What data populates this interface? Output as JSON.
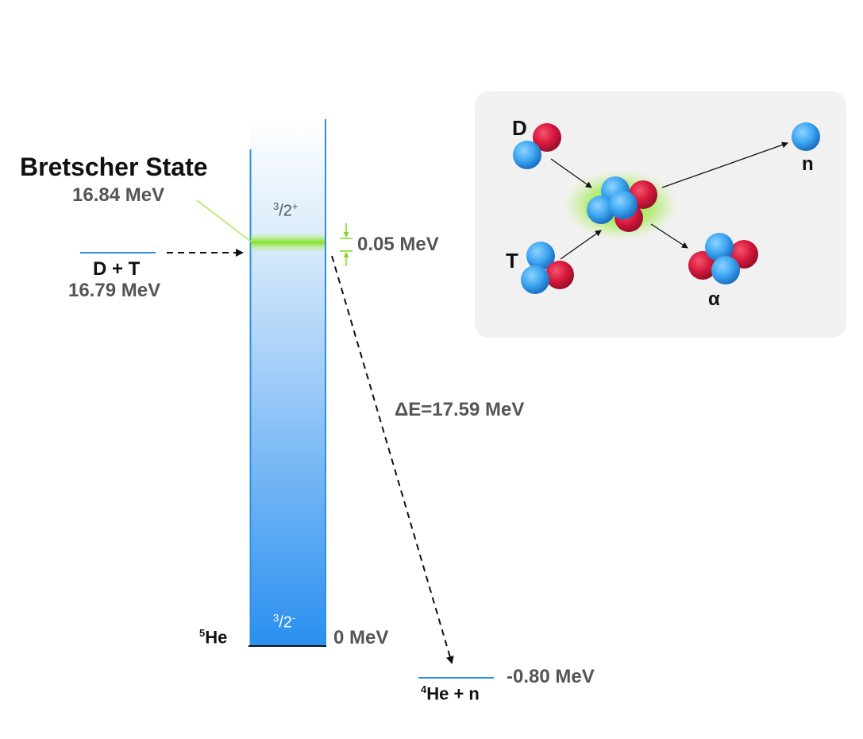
{
  "title": "Bretscher State",
  "bretscher_energy": "16.84 MeV",
  "dt": {
    "label": "D + T",
    "energy": "16.79 MeV"
  },
  "width_label": "0.05 MeV",
  "he5": {
    "mass_number": "5",
    "symbol": "He",
    "energy": "0 MeV"
  },
  "upper_spin": {
    "num": "3",
    "den": "2",
    "parity": "+"
  },
  "ground_spin": {
    "num": "3",
    "den": "2",
    "parity": "-"
  },
  "delta_e": "ΔE=17.59 MeV",
  "he4n": {
    "mass_number": "4",
    "label": "He + n",
    "energy": "-0.80 MeV"
  },
  "reaction": {
    "d": "D",
    "t": "T",
    "n": "n",
    "alpha": "α"
  },
  "colors": {
    "level_line": "#2e8fe6",
    "bretscher_glow": "#8fe82c",
    "proton": "#d3193c",
    "neutron": "#2b8fe6",
    "inset_bg": "#f1f1f1"
  }
}
